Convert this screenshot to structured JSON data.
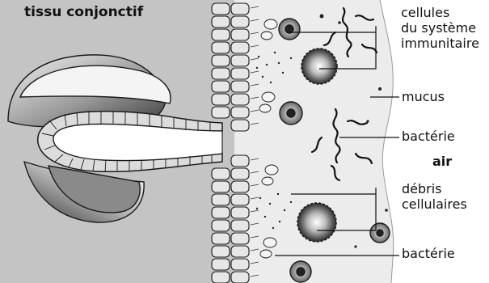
{
  "title": "tissu conjonctif",
  "labels": {
    "immune_cells": [
      "cellules",
      "du système",
      "immunitaire"
    ],
    "mucus": "mucus",
    "bacteria_top": "bactérie",
    "air": "air",
    "debris": [
      "débris",
      "cellulaires"
    ],
    "bacteria_bottom": "bactérie"
  },
  "colors": {
    "tissue_bg": "#c4c4c4",
    "mucus_bg": "#ececec",
    "air_bg": "#ffffff",
    "outline": "#1a1a1a"
  }
}
